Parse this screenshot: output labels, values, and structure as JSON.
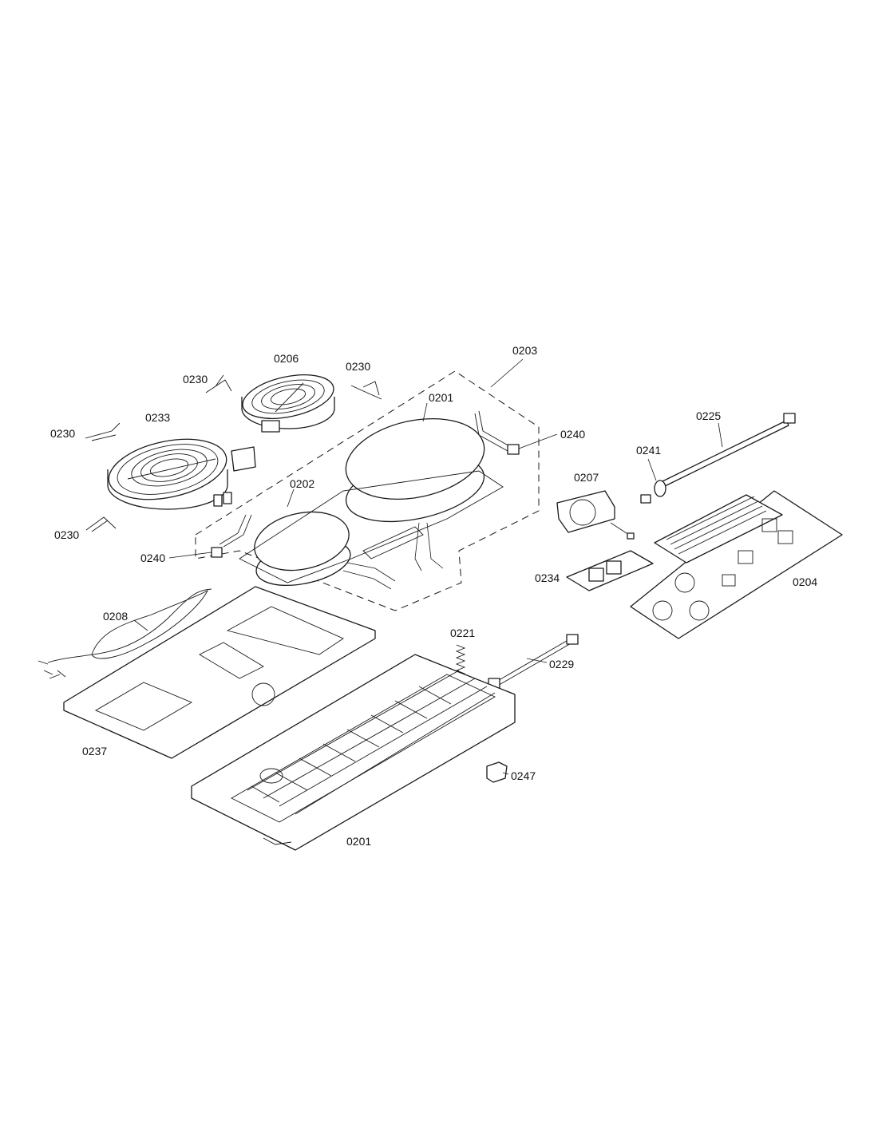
{
  "parts": {
    "p0203": "0203",
    "p0206": "0206",
    "p0230_a": "0230",
    "p0230_b": "0230",
    "p0230_c": "0230",
    "p0230_d": "0230",
    "p0201_top": "0201",
    "p0233": "0233",
    "p0240_r": "0240",
    "p0225": "0225",
    "p0241": "0241",
    "p0207": "0207",
    "p0202": "0202",
    "p0240_l": "0240",
    "p0234": "0234",
    "p0204": "0204",
    "p0208": "0208",
    "p0221": "0221",
    "p0229": "0229",
    "p0237": "0237",
    "p0247": "0247",
    "p0201_bottom": "0201"
  }
}
